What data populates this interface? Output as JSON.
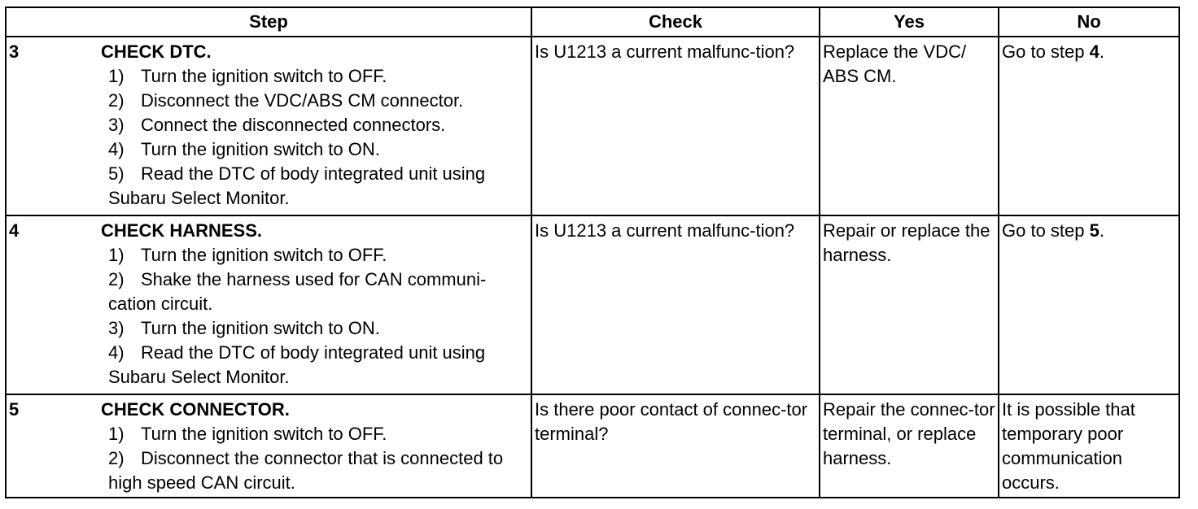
{
  "headers": {
    "step": "Step",
    "check": "Check",
    "yes": "Yes",
    "no": "No"
  },
  "rows": [
    {
      "number": "3",
      "title": "CHECK DTC.",
      "items": [
        {
          "n": "1)",
          "text": "Turn the ignition switch to OFF."
        },
        {
          "n": "2)",
          "text": "Disconnect the VDC/ABS CM connector."
        },
        {
          "n": "3)",
          "text": "Connect the disconnected connectors."
        },
        {
          "n": "4)",
          "text": "Turn the ignition switch to ON."
        },
        {
          "n": "5)",
          "text": "Read the DTC of body integrated unit using Subaru Select Monitor."
        }
      ],
      "check": "Is U1213 a current malfunc-tion?",
      "yes": "Replace the VDC/ ABS CM.",
      "no_prefix": "Go to step ",
      "no_step": "4",
      "no_suffix": "."
    },
    {
      "number": "4",
      "title": "CHECK HARNESS.",
      "items": [
        {
          "n": "1)",
          "text": "Turn the ignition switch to OFF."
        },
        {
          "n": "2)",
          "text": "Shake the harness used for CAN communi-cation circuit."
        },
        {
          "n": "3)",
          "text": "Turn the ignition switch to ON."
        },
        {
          "n": "4)",
          "text": "Read the DTC of body integrated unit using Subaru Select Monitor."
        }
      ],
      "check": "Is U1213 a current malfunc-tion?",
      "yes": "Repair or replace the harness.",
      "no_prefix": "Go to step ",
      "no_step": "5",
      "no_suffix": "."
    },
    {
      "number": "5",
      "title": "CHECK CONNECTOR.",
      "items": [
        {
          "n": "1)",
          "text": "Turn the ignition switch to OFF."
        },
        {
          "n": "2)",
          "text": "Disconnect the connector that is connected to high speed CAN circuit."
        }
      ],
      "check": "Is there poor contact of connec-tor terminal?",
      "yes": "Repair the connec-tor terminal, or replace harness.",
      "no_text": "It is possible that temporary poor communication occurs."
    }
  ]
}
